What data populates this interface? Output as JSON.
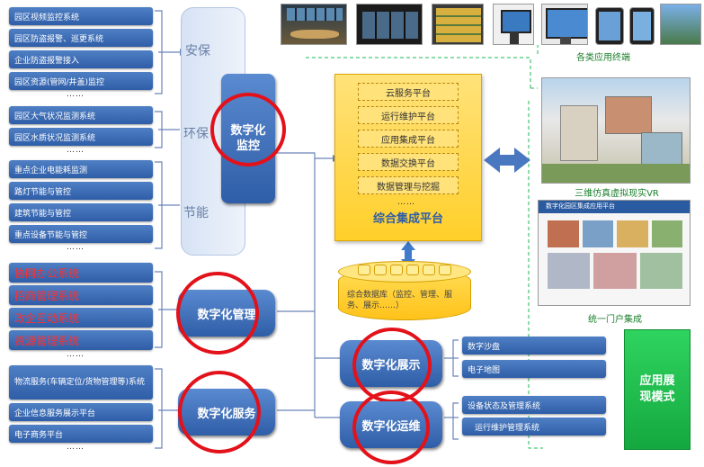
{
  "left_groups": {
    "anbao_items": [
      "园区视频监控系统",
      "园区防盗报警、巡更系统",
      "企业防盗报警接入",
      "园区资源(管网/井盖)监控"
    ],
    "huanbao_items": [
      "园区大气状况监测系统",
      "园区水质状况监测系统"
    ],
    "jieneng_items": [
      "重点企业电能耗监测",
      "路灯节能与管控",
      "建筑节能与管控",
      "重点设备节能与管控"
    ],
    "manage_items": [
      "协同办公系统",
      "招商管理系统",
      "政企互动系统",
      "资源管理系统"
    ],
    "service_items": [
      "物流服务(车辆定位/货物管理等)系统",
      "企业信息服务展示平台",
      "电子商务平台"
    ],
    "ellipsis": "……"
  },
  "section_labels": {
    "anbao": "安保",
    "huanbao": "环保",
    "jieneng": "节能"
  },
  "pillars": {
    "monitor": "数字化监控",
    "manage": "数字化管理",
    "service": "数字化服务",
    "display": "数字化展示",
    "ops": "数字化运维"
  },
  "platform": {
    "items": [
      "云服务平台",
      "运行维护平台",
      "应用集成平台",
      "数据交换平台",
      "数据管理与挖掘"
    ],
    "ellipsis": "……",
    "title": "综合集成平台"
  },
  "database": {
    "label": "综合数据库（监控、管理、服务、展示……）"
  },
  "display_items": [
    "数字沙盘",
    "电子地图"
  ],
  "ops_items": [
    "设备状态及管理系统",
    "运行维护管理系统"
  ],
  "right": {
    "terminals_caption": "各类应用终端",
    "vr_caption": "三维仿真虚拟现实VR",
    "portal_caption": "统一门户集成",
    "portal_window_title": "数字化园区集成应用平台",
    "mode_box": "应用展现模式"
  },
  "colors": {
    "ring": "#e3111a",
    "green": "#1db954",
    "platform": "#ffd84a",
    "blue": "#2f5ea8"
  }
}
